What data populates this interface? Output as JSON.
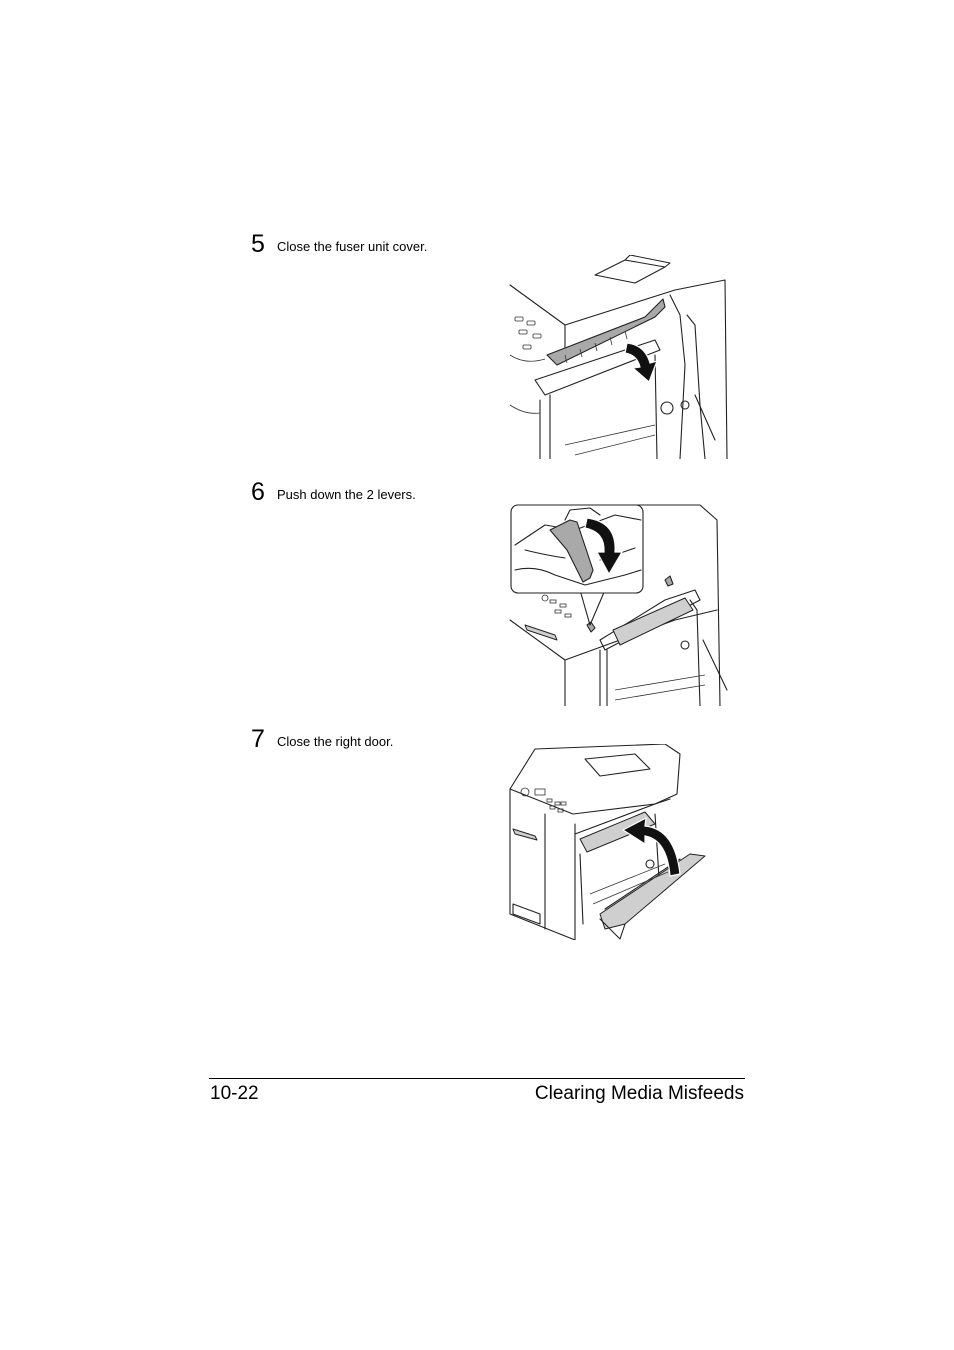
{
  "steps": [
    {
      "number": "5",
      "text": "Close the fuser unit cover.",
      "illustration": "close-fuser-cover"
    },
    {
      "number": "6",
      "text": "Push down the 2 levers.",
      "illustration": "push-levers"
    },
    {
      "number": "7",
      "text": "Close the right door.",
      "illustration": "close-right-door"
    }
  ],
  "footer": {
    "page_number": "10-22",
    "section_title": "Clearing Media Misfeeds"
  }
}
